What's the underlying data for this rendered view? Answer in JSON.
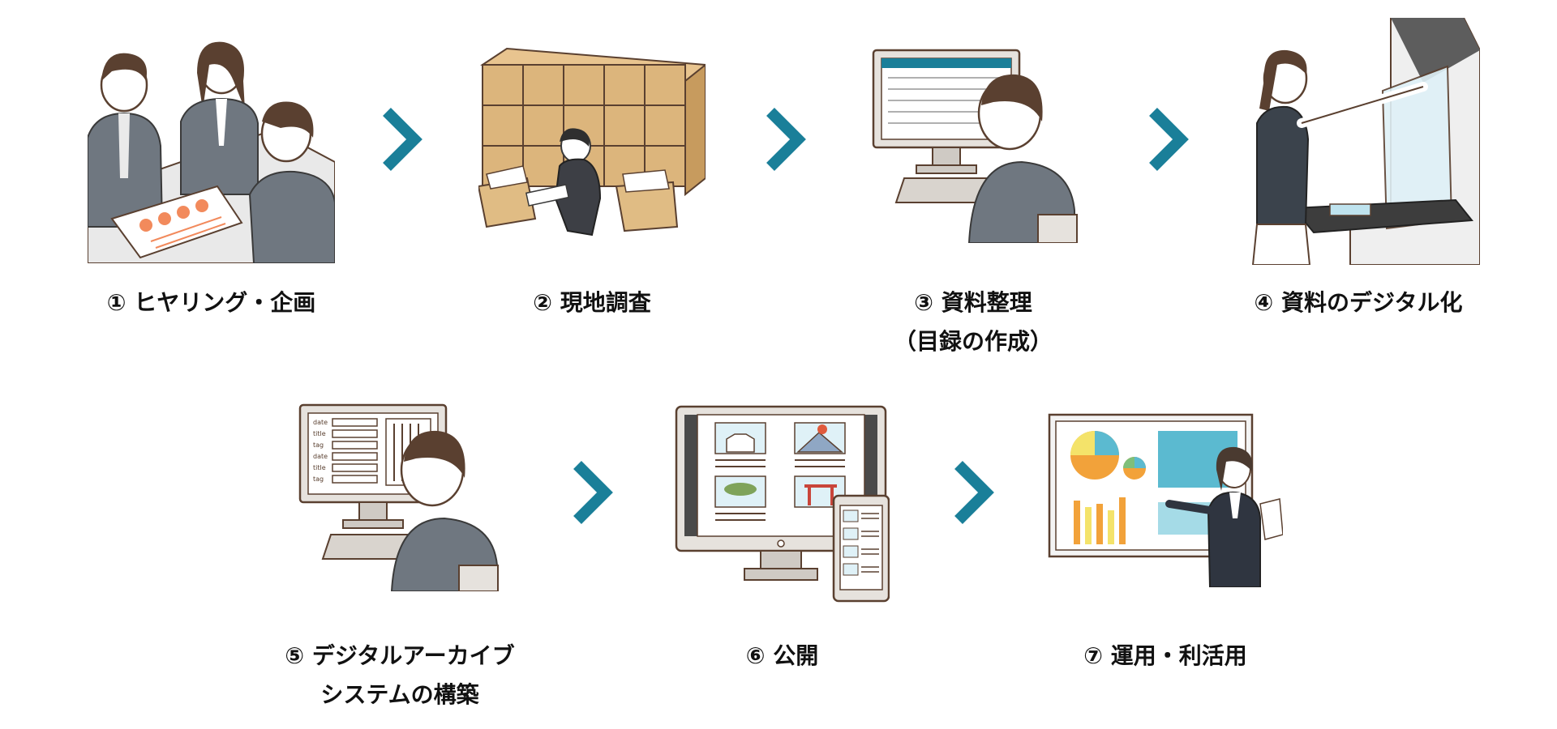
{
  "accent_color": "#1a7f99",
  "steps": [
    {
      "number": "①",
      "lines": [
        "ヒヤリング・企画"
      ],
      "illustration": "meeting-icon"
    },
    {
      "number": "②",
      "lines": [
        "現地調査"
      ],
      "illustration": "boxes-survey-icon"
    },
    {
      "number": "③",
      "lines": [
        "資料整理",
        "（目録の作成）"
      ],
      "illustration": "computer-catalog-icon"
    },
    {
      "number": "④",
      "lines": [
        "資料のデジタル化"
      ],
      "illustration": "scanner-icon"
    },
    {
      "number": "⑤",
      "lines": [
        "デジタルアーカイブ",
        "システムの構築"
      ],
      "illustration": "archive-system-icon",
      "screen_text": [
        "date",
        "title",
        "tag",
        "date",
        "title",
        "tag"
      ]
    },
    {
      "number": "⑥",
      "lines": [
        "公開"
      ],
      "illustration": "publish-screens-icon"
    },
    {
      "number": "⑦",
      "lines": [
        "運用・利活用"
      ],
      "illustration": "presentation-icon"
    }
  ],
  "labels": {
    "s1": "① ヒヤリング・企画",
    "s2": "② 現地調査",
    "s3a": "③ 資料整理",
    "s3b": "（目録の作成）",
    "s4": "④ 資料のデジタル化",
    "s5a": "⑤ デジタルアーカイブ",
    "s5b": "システムの構築",
    "s6": "⑥ 公開",
    "s7": "⑦ 運用・利活用"
  }
}
